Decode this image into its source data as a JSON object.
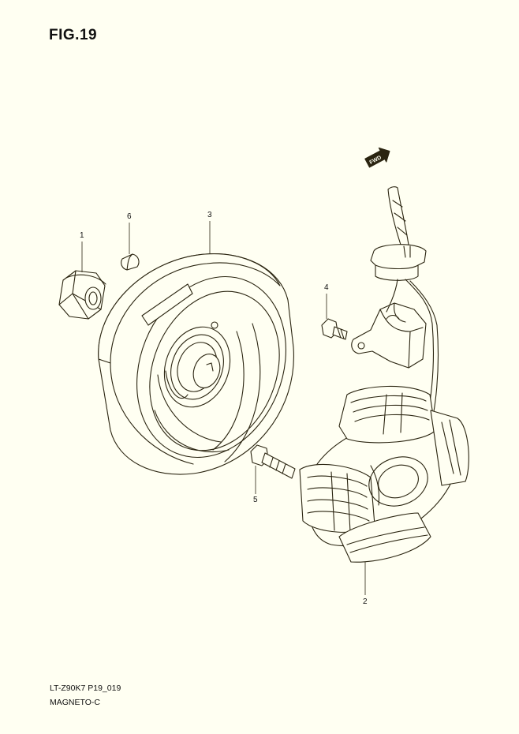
{
  "figure": {
    "title": "FIG.19",
    "fwd_badge": "FWD",
    "code": "LT-Z90K7 P19_019",
    "name": "MAGNETO-C"
  },
  "callouts": [
    {
      "id": "1",
      "part": "nut"
    },
    {
      "id": "2",
      "part": "stator"
    },
    {
      "id": "3",
      "part": "rotor"
    },
    {
      "id": "4",
      "part": "pickup-bolt"
    },
    {
      "id": "5",
      "part": "stator-bolt"
    },
    {
      "id": "6",
      "part": "key"
    }
  ],
  "colors": {
    "background": "#fffff2",
    "ink": "#2a2410"
  }
}
